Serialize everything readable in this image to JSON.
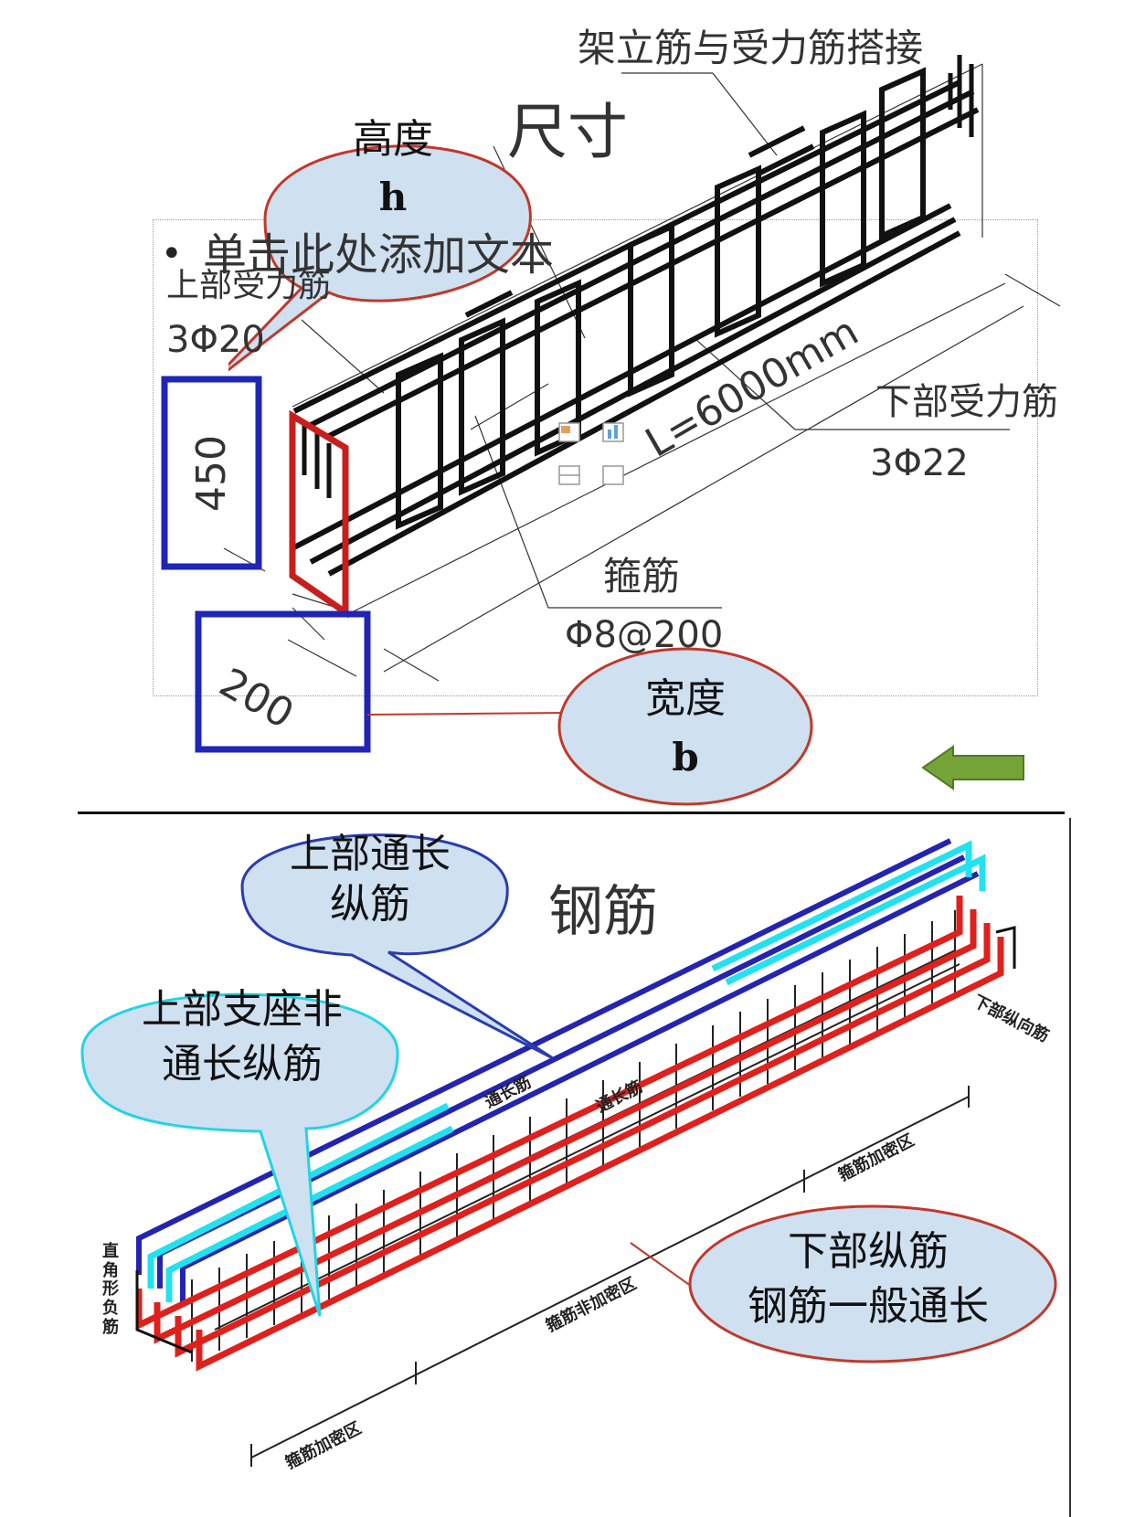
{
  "colors": {
    "bubble_fill": "#cfe0f0",
    "bubble_red_border": "#c0392b",
    "bubble_blue_border": "#2a3cb0",
    "bubble_cyan_border": "#22d4e4",
    "box_blue": "#1f25b4",
    "rebar_black": "#111111",
    "rebar_blue": "#2424b0",
    "rebar_cyan": "#22e2f0",
    "rebar_red": "#e0201c",
    "arrow_green": "#76a337"
  },
  "top_figure": {
    "title": "尺寸",
    "bullet": "•",
    "placeholder_text": "单击此处添加文本",
    "label_lap": "架立筋与受力筋搭接",
    "label_top_rebar": "上部受力筋",
    "label_top_rebar_spec": "3Φ20",
    "label_bottom_rebar": "下部受力筋",
    "label_bottom_rebar_spec": "3Φ22",
    "label_stirrup": "箍筋",
    "label_stirrup_spec": "Φ8@200",
    "label_length": "L=6000mm",
    "dim_height": "450",
    "dim_width": "200",
    "bubble_height_title": "高度",
    "bubble_height_symbol": "h",
    "bubble_width_title": "宽度",
    "bubble_width_symbol": "b",
    "nav_icon": "left-arrow-icon"
  },
  "bottom_figure": {
    "title": "钢筋",
    "bubble_top_continuous_line1": "上部通长",
    "bubble_top_continuous_line2": "纵筋",
    "bubble_support_line1": "上部支座非",
    "bubble_support_line2": "通长纵筋",
    "bubble_bottom_line1": "下部纵筋",
    "bubble_bottom_line2": "钢筋一般通长",
    "label_through1": "通长筋",
    "label_through2": "通长筋",
    "label_corner": "直角形负筋",
    "label_dense_right": "箍筋加密区",
    "label_dense_left": "箍筋加密区",
    "label_non_dense": "箍筋非加密区",
    "label_bottom_longitudinal": "下部纵向筋"
  }
}
